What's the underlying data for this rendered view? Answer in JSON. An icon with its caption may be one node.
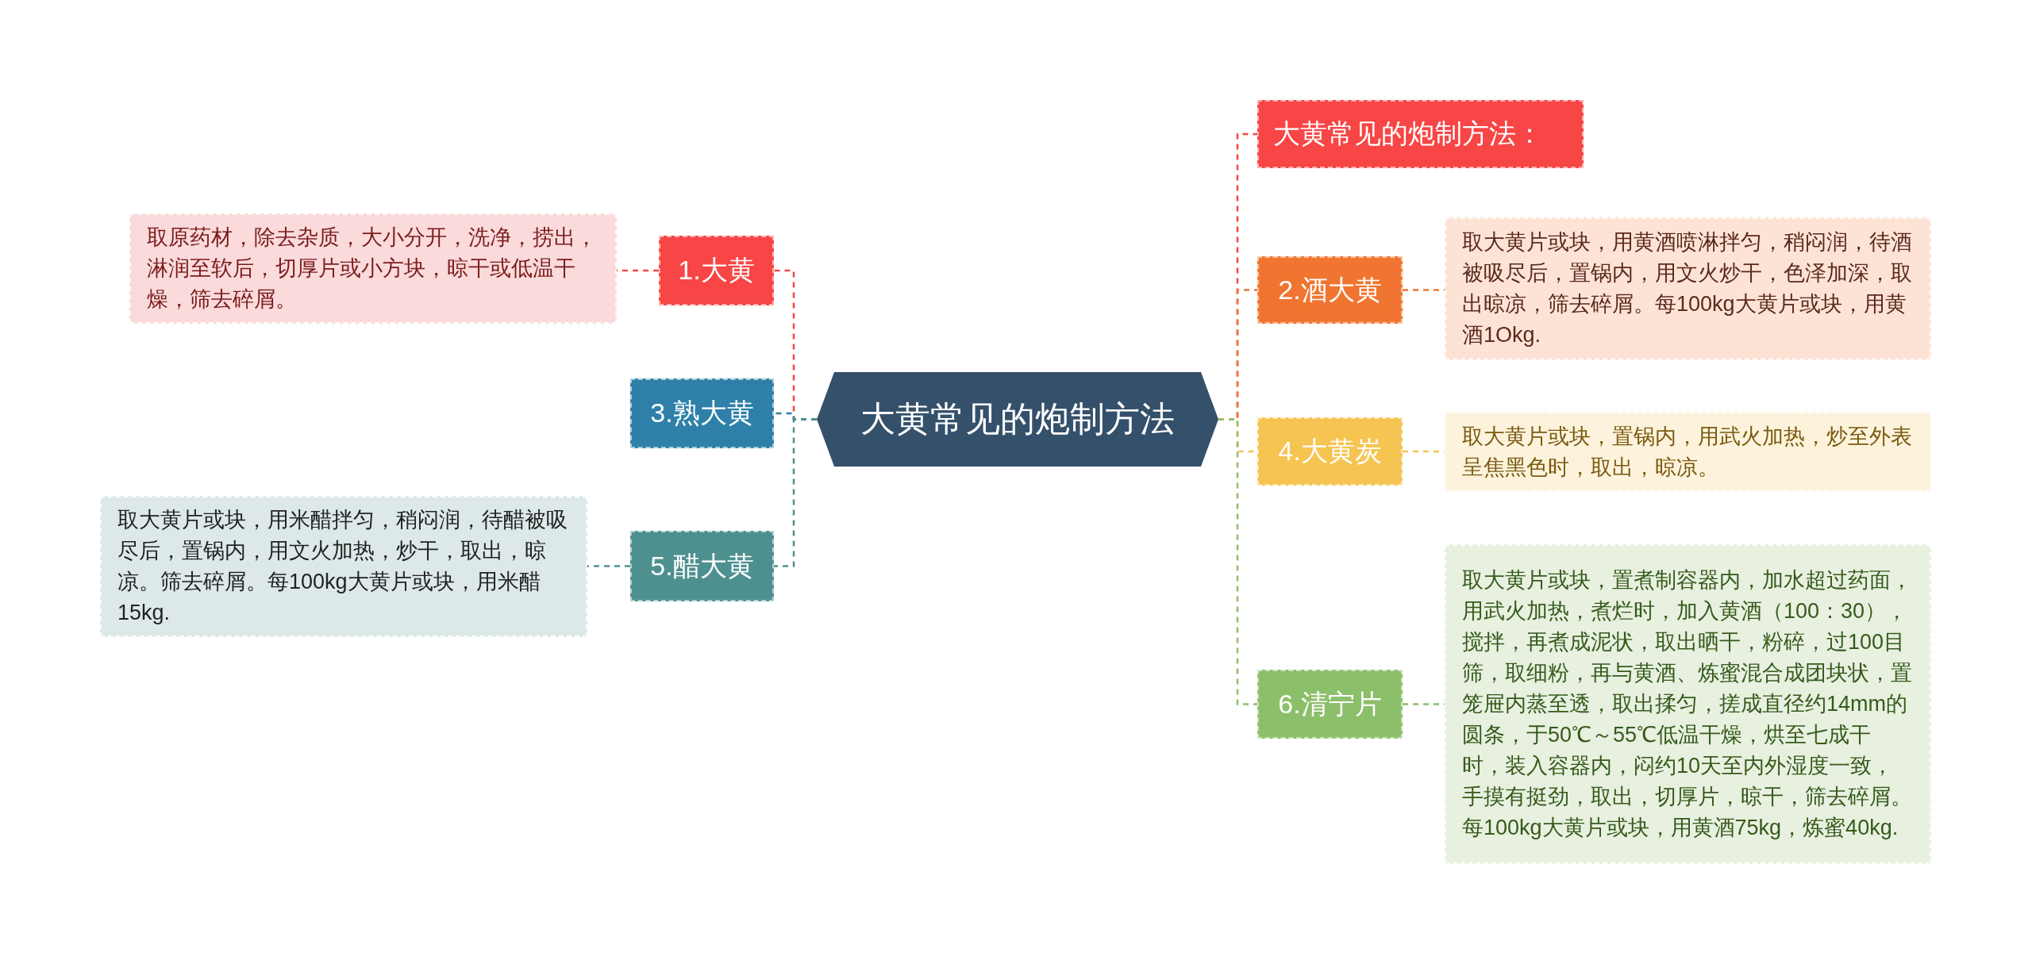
{
  "diagram": {
    "nodes": [
      {
        "text": [
          "大黄常见的炮制方法"
        ]
      },
      {
        "text": [
          "大黄常见的炮制方法："
        ]
      },
      {
        "text": [
          "2.酒大黄"
        ]
      },
      {
        "text": [
          "取大黄片或块，用黄酒喷淋拌匀，稍闷润，待酒被吸尽后，置锅内，用文火炒干，色泽加深，取出晾凉，筛去碎屑。每100kg大黄片或块，用黄酒1Okg."
        ]
      },
      {
        "text": [
          "4.大黄炭"
        ]
      },
      {
        "text": [
          "取大黄片或块，置锅内，用武火加热，炒至外表呈焦黑色时，取出，晾凉。"
        ]
      },
      {
        "text": [
          "6.清宁片"
        ]
      },
      {
        "text": [
          "取大黄片或块，置煮制容器内，加水超过药面，用武火加热，煮烂时，加入黄酒（100：30），搅拌，再煮成泥状，取出晒干，粉碎，过100目筛，取细粉，再与黄酒、炼蜜混合成团块状，置笼屉内蒸至透，取出揉匀，搓成直径约14mm的圆条，于50℃～55℃低温干燥，烘至七成干时，装入容器内，闷约10天至内外湿度一致，手摸有挺劲，取出，切厚片，晾干，筛去碎屑。每100kg大黄片或块，用黄酒75kg，炼蜜40kg."
        ]
      },
      {
        "text": [
          "1.大黄"
        ]
      },
      {
        "text": [
          "取原药材，除去杂质，大小分开，洗净，捞出，淋润至软后，切厚片或小方块，晾干或低温干燥，筛去碎屑。"
        ]
      },
      {
        "text": [
          "3.熟大黄"
        ]
      },
      {
        "text": [
          "5.醋大黄"
        ]
      },
      {
        "text": [
          "取大黄片或块，用米醋拌匀，稍闷润，待醋被吸尽后，置锅内，用文火加热，炒干，取出，晾凉。筛去碎屑。每100kg大黄片或块，用米醋15kg."
        ]
      }
    ],
    "edges": [
      {
        "from": 0,
        "to": 1,
        "arrow": "none",
        "color": "#f84545"
      },
      {
        "from": 0,
        "to": 2,
        "arrow": "none",
        "color": "#f07530"
      },
      {
        "from": 2,
        "to": 3,
        "arrow": "none",
        "color": "#f07530"
      },
      {
        "from": 0,
        "to": 4,
        "arrow": "none",
        "color": "#f5c451"
      },
      {
        "from": 4,
        "to": 5,
        "arrow": "none",
        "color": "#f5c451"
      },
      {
        "from": 0,
        "to": 6,
        "arrow": "none",
        "color": "#8cbf6a"
      },
      {
        "from": 6,
        "to": 7,
        "arrow": "none",
        "color": "#8cbf6a"
      },
      {
        "from": 0,
        "to": 8,
        "arrow": "none",
        "color": "#f84545"
      },
      {
        "from": 8,
        "to": 9,
        "arrow": "none",
        "color": "#f84545"
      },
      {
        "from": 0,
        "to": 10,
        "arrow": "none",
        "color": "#2e80a8"
      },
      {
        "from": 0,
        "to": 11,
        "arrow": "none",
        "color": "#4e9090"
      },
      {
        "from": 11,
        "to": 12,
        "arrow": "none",
        "color": "#4e9090"
      }
    ]
  }
}
